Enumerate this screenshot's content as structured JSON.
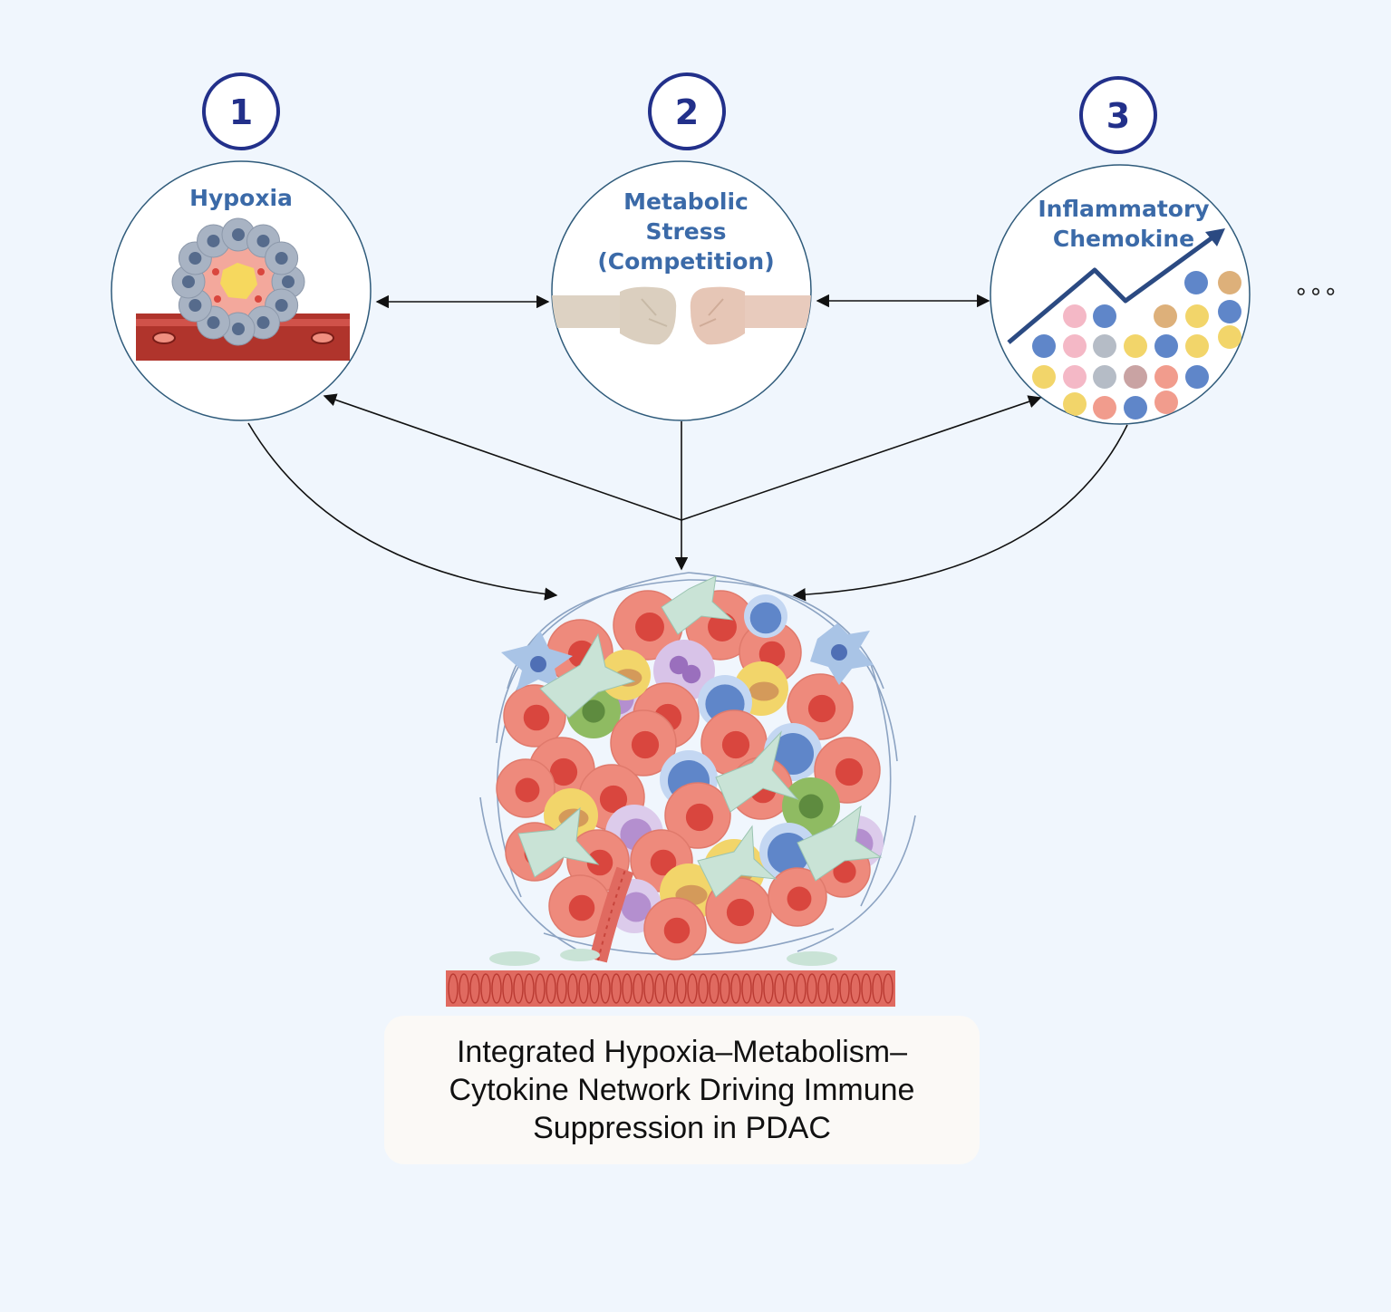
{
  "steps": [
    {
      "number": "1",
      "label_lines": [
        "Hypoxia"
      ]
    },
    {
      "number": "2",
      "label_lines": [
        "Metabolic",
        "Stress",
        "(Competition)"
      ]
    },
    {
      "number": "3",
      "label_lines": [
        "Inflammatory",
        "Chemokine"
      ]
    }
  ],
  "more_indicator": "∘∘∘",
  "caption": "Integrated Hypoxia–Metabolism–Cytokine Network Driving Immune Suppression in PDAC",
  "colors": {
    "background": "#f0f6fd",
    "number_text": "#22308a",
    "label_text": "#3b6aa8",
    "circle_stroke": "#2e5a7a",
    "vessel": "#b0342c",
    "tumor_cell": "#ee8a7c",
    "nucleus": "#d9463e",
    "immune_blue": "#5f86c9",
    "immune_yellow": "#f2d56a",
    "immune_purple": "#b48fcf",
    "immune_green": "#8fbb62",
    "caption_box": "#fbf9f6"
  }
}
